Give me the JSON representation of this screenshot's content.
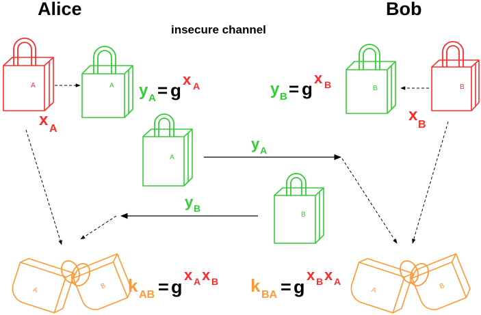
{
  "labels": {
    "alice": "Alice",
    "bob": "Bob",
    "channel": "insecure channel",
    "lock_a": "A",
    "lock_b": "B"
  },
  "math": {
    "x": "x",
    "y": "y",
    "k": "k",
    "g": "g",
    "eq": "=",
    "sub_a": "A",
    "sub_b": "B",
    "sub_ab": "AB",
    "sub_ba": "BA"
  },
  "colors": {
    "secret": "#ff2a2a",
    "public": "#33cc33",
    "shared": "#ff9933",
    "ink": "#000000"
  }
}
